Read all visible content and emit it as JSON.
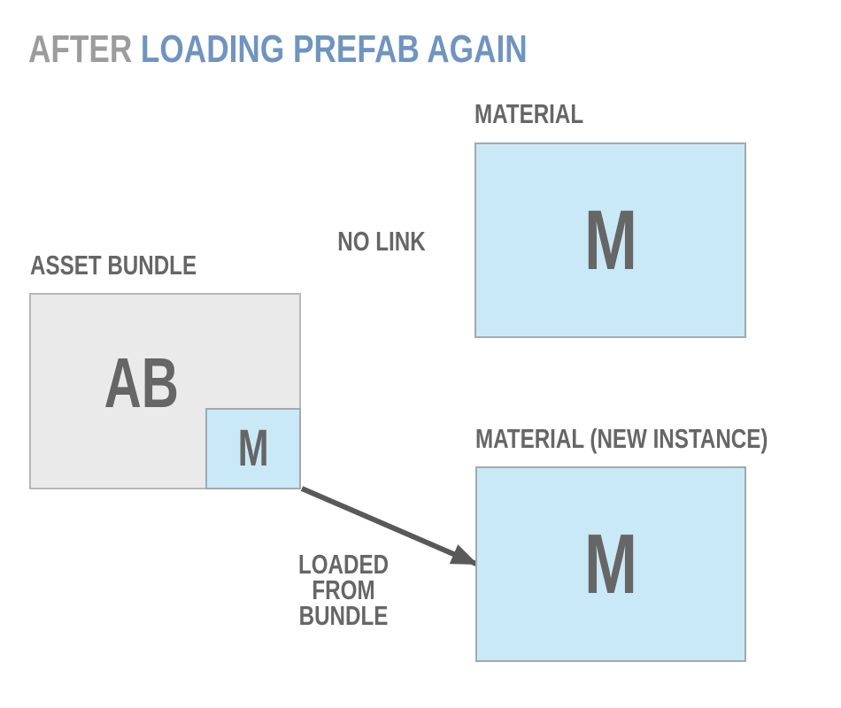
{
  "title": {
    "muted": "AFTER",
    "accent": "LOADING PREFAB AGAIN"
  },
  "material": {
    "label": "MATERIAL",
    "letter": "M"
  },
  "asset_bundle": {
    "label": "ASSET BUNDLE",
    "letter": "AB",
    "material_letter": "M"
  },
  "material_new_instance": {
    "label": "MATERIAL (NEW INSTANCE)",
    "letter": "M"
  },
  "annotations": {
    "no_link": "NO LINK",
    "loaded_from_line1": "LOADED FROM",
    "loaded_from_line2": "BUNDLE"
  },
  "colors": {
    "background": "#ffffff",
    "title_muted": "#9c9c9c",
    "title_accent": "#7094c0",
    "label_text": "#666666",
    "letter_text": "#666666",
    "material_fill": "#cae9f6",
    "material_border": "#a2a9ad",
    "bundle_fill": "#eaeaea",
    "bundle_border": "#b8b8b8",
    "arrow": "#595959"
  }
}
